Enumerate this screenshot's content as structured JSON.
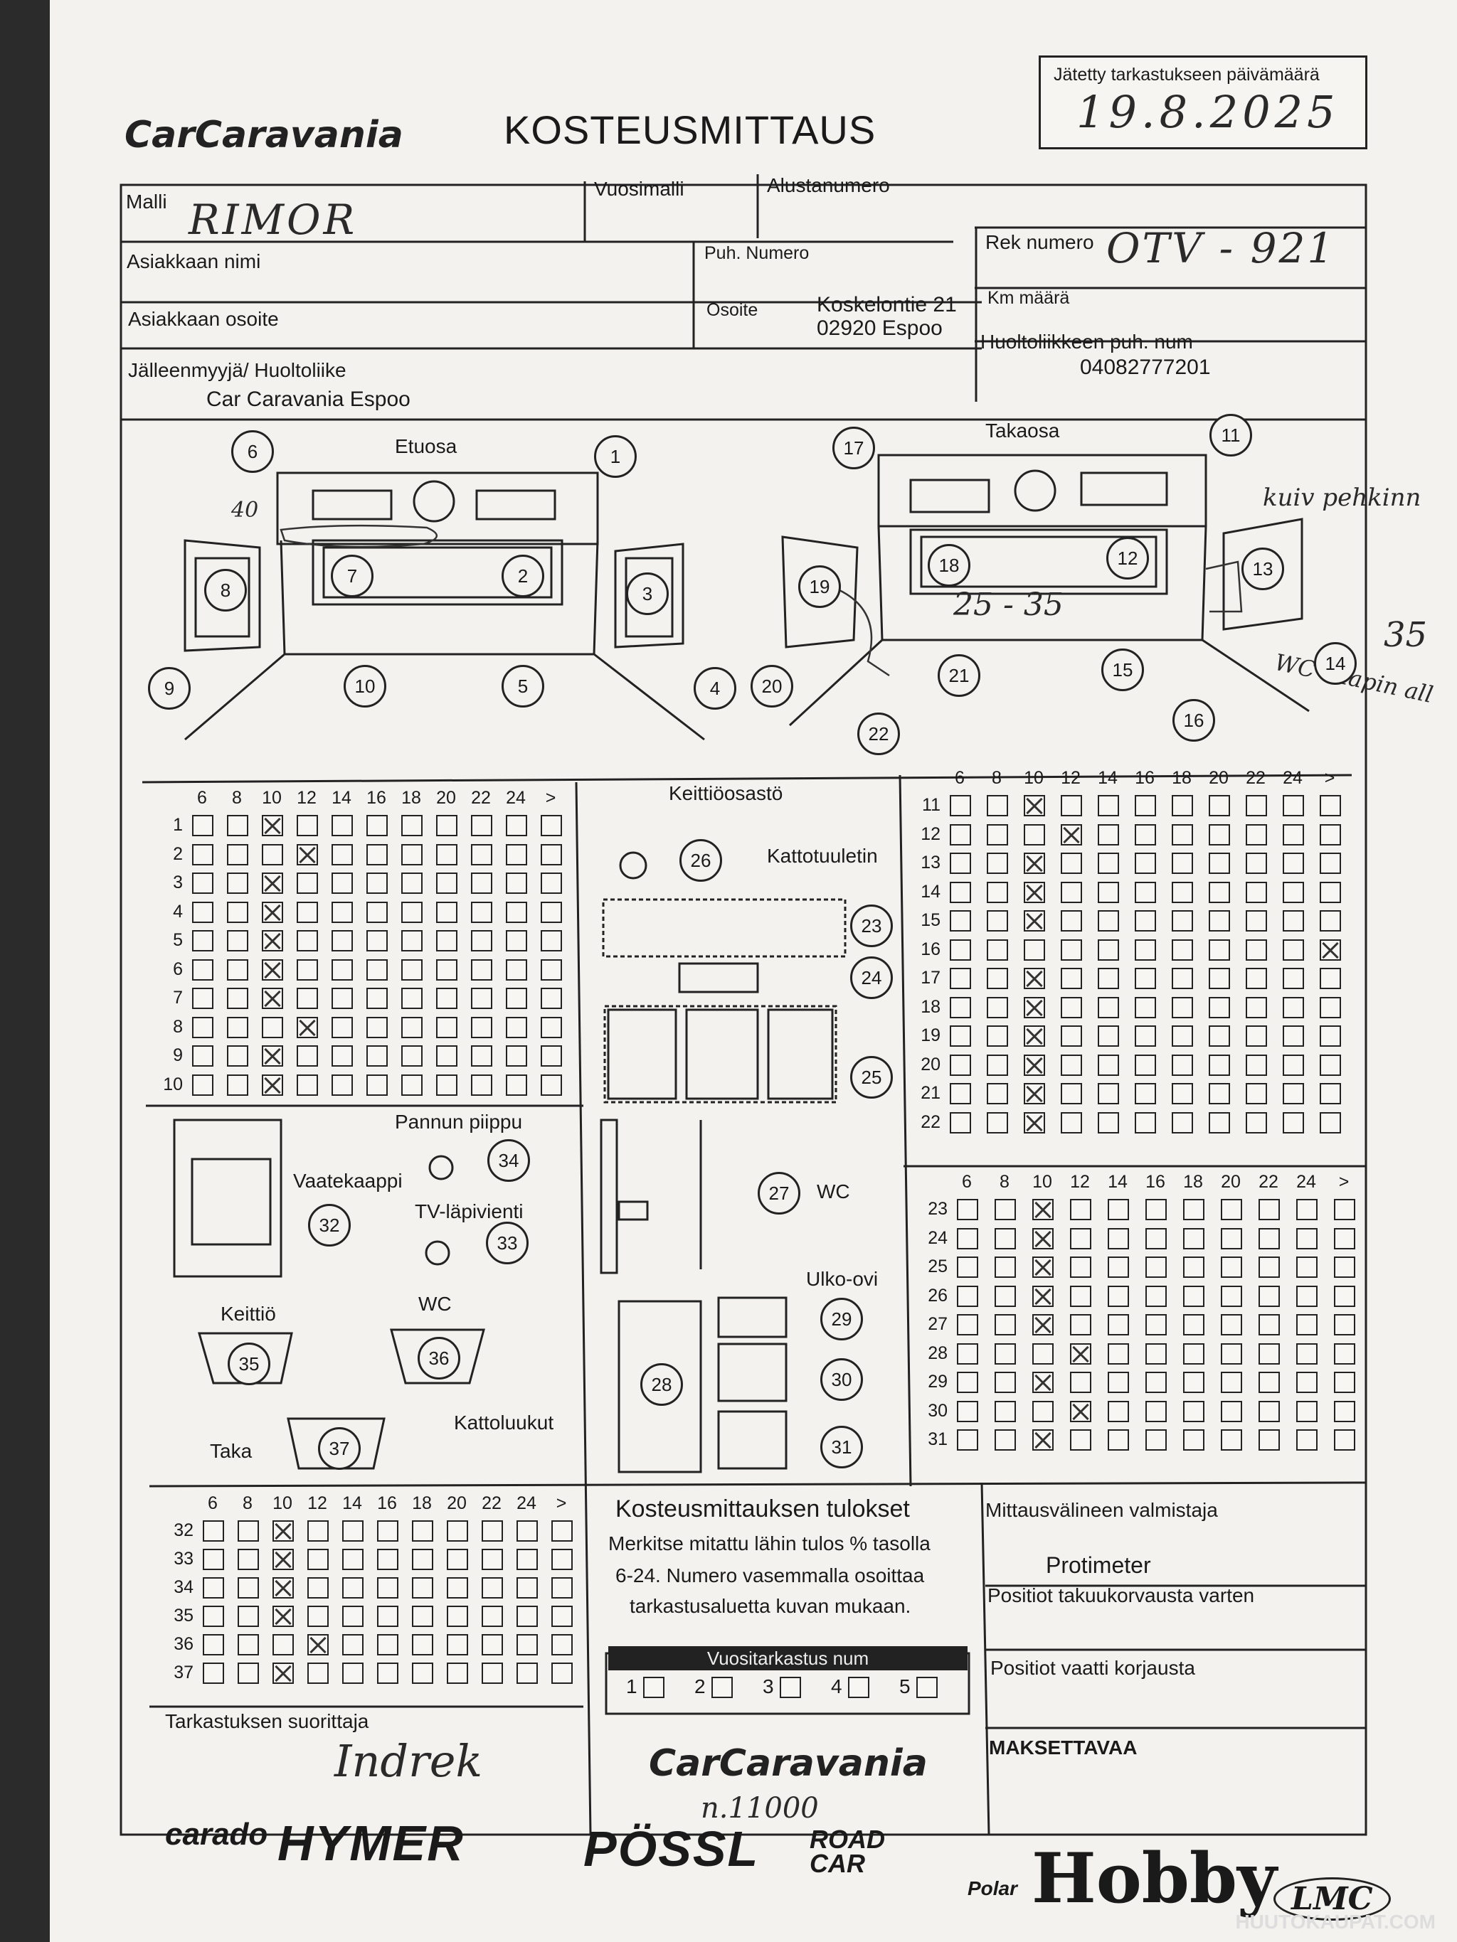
{
  "header": {
    "brand": "CarCaravania",
    "title": "KOSTEUSMITTAUS",
    "date_label": "Jätetty tarkastukseen päivämäärä",
    "date_value": "19.8.2025"
  },
  "fields": {
    "malli_label": "Malli",
    "malli_value": "RIMOR",
    "vuosimalli_label": "Vuosimalli",
    "alustanumero_label": "Alustanumero",
    "asiakkaan_nimi_label": "Asiakkaan nimi",
    "puh_label": "Puh. Numero",
    "rek_label": "Rek numero",
    "rek_value": "OTV - 921",
    "osoite_label_1": "Asiakkaan osoite",
    "osoite_label_2": "Osoite",
    "osoite_value_1": "Koskelontie 21",
    "osoite_value_2": "02920 Espoo",
    "km_label": "Km määrä",
    "huolto_puh_label": "Huoltoliikkeen puh. num",
    "huolto_puh_value": "04082777201",
    "jalleenmyyja_label": "Jälleenmyyjä/ Huoltoliike",
    "jalleenmyyja_value": "Car Caravania Espoo"
  },
  "diagram": {
    "etuosa": "Etuosa",
    "takaosa": "Takaosa",
    "note_40": "40",
    "note_2535": "25 - 35",
    "note_kuiv": "kuiv pehkinn",
    "note_35": "35",
    "note_wc": "WC kaapin all",
    "points": [
      "1",
      "2",
      "3",
      "4",
      "5",
      "6",
      "7",
      "8",
      "9",
      "10",
      "11",
      "12",
      "13",
      "14",
      "15",
      "16",
      "17",
      "18",
      "19",
      "20",
      "21",
      "22"
    ]
  },
  "middle": {
    "keittiosasto": "Keittiöosastö",
    "kattotuuletin": "Kattotuuletin",
    "pannun_piippu": "Pannun piippu",
    "vaatekaappi": "Vaatekaappi",
    "tv_lapivienti": "TV-läpivienti",
    "wc": "WC",
    "ulko_ovi": "Ulko-ovi",
    "keittio": "Keittiö",
    "wc2": "WC",
    "taka": "Taka",
    "kattoluukut": "Kattoluukut"
  },
  "grid_cols": [
    "6",
    "8",
    "10",
    "12",
    "14",
    "16",
    "18",
    "20",
    "22",
    "24",
    ">"
  ],
  "grid_a": {
    "rows": [
      "1",
      "2",
      "3",
      "4",
      "5",
      "6",
      "7",
      "8",
      "9",
      "10"
    ],
    "marks": [
      2,
      3,
      2,
      2,
      2,
      2,
      2,
      3,
      2,
      2
    ]
  },
  "grid_b": {
    "rows": [
      "11",
      "12",
      "13",
      "14",
      "15",
      "16",
      "17",
      "18",
      "19",
      "20",
      "21",
      "22"
    ],
    "marks": [
      2,
      3,
      2,
      2,
      2,
      10,
      2,
      2,
      2,
      2,
      2,
      2
    ]
  },
  "grid_c": {
    "rows": [
      "23",
      "24",
      "25",
      "26",
      "27",
      "28",
      "29",
      "30",
      "31"
    ],
    "marks": [
      2,
      2,
      2,
      2,
      2,
      3,
      2,
      3,
      2
    ]
  },
  "grid_d": {
    "rows": [
      "32",
      "33",
      "34",
      "35",
      "36",
      "37"
    ],
    "marks": [
      2,
      2,
      2,
      2,
      3,
      2
    ]
  },
  "results": {
    "title": "Kosteusmittauksen tulokset",
    "text_1": "Merkitse mitattu lähin tulos % tasolla",
    "text_2": "6-24. Numero vasemmalla osoittaa",
    "text_3": "tarkastusaluetta kuvan mukaan.",
    "vuosi_label": "Vuositarkastus num",
    "vuosi_items": [
      "1",
      "2",
      "3",
      "4",
      "5"
    ]
  },
  "right_panel": {
    "valmistaja_label": "Mittausvälineen valmistaja",
    "valmistaja_value": "Protimeter",
    "takuu_label": "Positiot takuukorvausta varten",
    "korjaus_label": "Positiot vaatti korjausta",
    "maksettavaa_label": "MAKSETTAVAA"
  },
  "footer": {
    "suorittaja_label": "Tarkastuksen suorittaja",
    "suorittaja_sign": "Indrek",
    "handnote": "n.11000",
    "brands": [
      "carado",
      "HYMER",
      "PÖSSL",
      "ROAD CAR",
      "Polar",
      "Hobby",
      "LMC"
    ],
    "watermark": "HUUTOKAUPAT.COM"
  }
}
